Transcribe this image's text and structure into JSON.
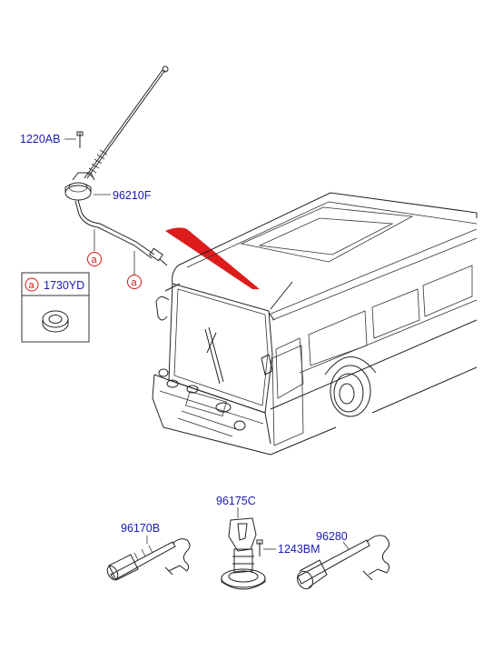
{
  "parts": {
    "p1220AB": "1220AB",
    "p96210F": "96210F",
    "p1730YD": "1730YD",
    "p96175C": "96175C",
    "p96170B": "96170B",
    "p1243BM": "1243BM",
    "p96280": "96280"
  },
  "refs": {
    "a1": "a",
    "a2": "a",
    "a3": "a"
  },
  "colors": {
    "label": "#1a1ab4",
    "reference": "#d01818",
    "highlight": "#dd1c1c",
    "linework": "#222222"
  }
}
